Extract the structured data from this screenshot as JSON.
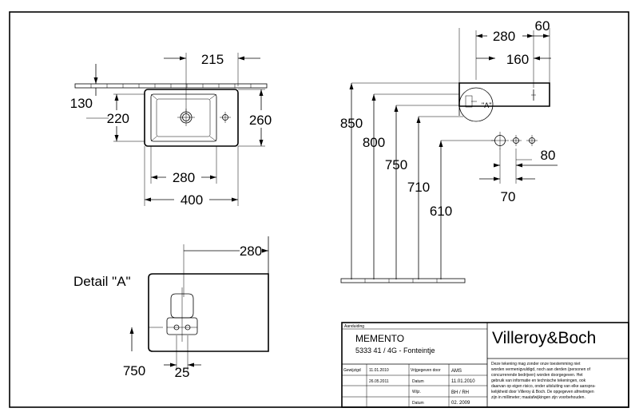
{
  "top_view": {
    "width_215": "215",
    "depth_130": "130",
    "depth_220": "220",
    "depth_260": "260",
    "bowl_280": "280",
    "total_400": "400"
  },
  "side_view": {
    "dim_280": "280",
    "dim_60": "60",
    "dim_160": "160",
    "h_850": "850",
    "h_800": "800",
    "h_750": "750",
    "h_710": "710",
    "h_610": "610",
    "detail_ref": "\"A\"",
    "dim_80": "80",
    "dim_70": "70"
  },
  "detail_view": {
    "title": "Detail \"A\"",
    "dim_280": "280",
    "dim_750": "750",
    "dim_25": "25"
  },
  "title_block": {
    "label_aanduiding": "Aanduiding",
    "product_name": "MEMENTO",
    "product_code": "5333 41 / 4G - Fonteintje",
    "brand": "Villeroy&Boch",
    "disclaimer": [
      "Deze tekening mag zonder onze toestemming niet",
      "worden vermenigvuldigd, noch aan derden (personen of",
      "concurrerende bedrijven) worden doorgegeven. Het",
      "gebruik van informatie en technische tekeningen, ook",
      "daarvan op eigen risico, onder uitsluiting van elke aanspra-",
      "kelijkheid door Villeroy & Boch. De opgegeven afmetingen",
      "zijn in millimeter; maatafwijkingen zijn voorbehouden."
    ],
    "label_gewijzigd": "Gewijzigd",
    "date_1": "11.01.2010",
    "date_2": "26.05.2011",
    "label_vrijgegeven": "Vrijgegeven door",
    "label_datum_1": "Datum",
    "label_wijz": "Wijz.",
    "label_datum_2": "Datum",
    "approved_by": "AMS",
    "approved_date": "11.01.2010",
    "drawn_by": "BH / RH",
    "drawn_date": "02. 2009"
  }
}
